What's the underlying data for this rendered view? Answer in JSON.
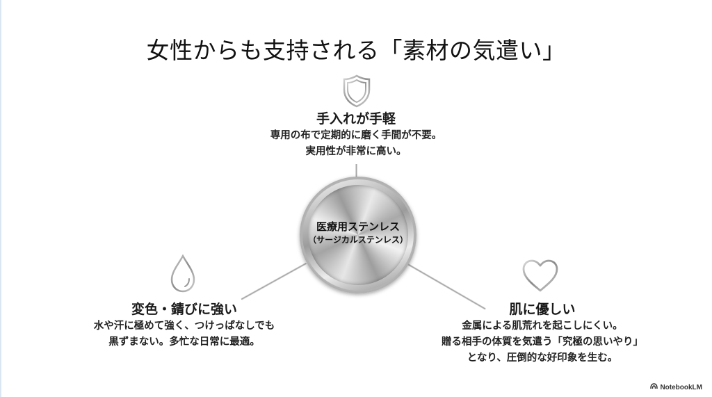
{
  "title": "女性からも支持される「素材の気遣い」",
  "hub": {
    "main": "医療用ステンレス",
    "sub": "（サージカルステンレス）"
  },
  "features": [
    {
      "icon": "shield-icon",
      "heading": "手入れが手軽",
      "lines": [
        "専用の布で定期的に磨く手間が不要。",
        "実用性が非常に高い。"
      ]
    },
    {
      "icon": "water-drop-icon",
      "heading": "変色・錆びに強い",
      "lines": [
        "水や汗に極めて強く、つけっぱなしでも",
        "黒ずまない。多忙な日常に最適。"
      ]
    },
    {
      "icon": "heart-icon",
      "heading": "肌に優しい",
      "lines": [
        "金属による肌荒れを起こしにくい。",
        "贈る相手の体質を気遣う「究極の思いやり」",
        "となり、圧倒的な好印象を生む。"
      ]
    }
  ],
  "brand": {
    "label": "NotebookLM"
  },
  "colors": {
    "background": "#ffffff",
    "text": "#1a1a1a",
    "metal_light": "#f2f2f2",
    "metal_dark": "#9a9a9a"
  }
}
